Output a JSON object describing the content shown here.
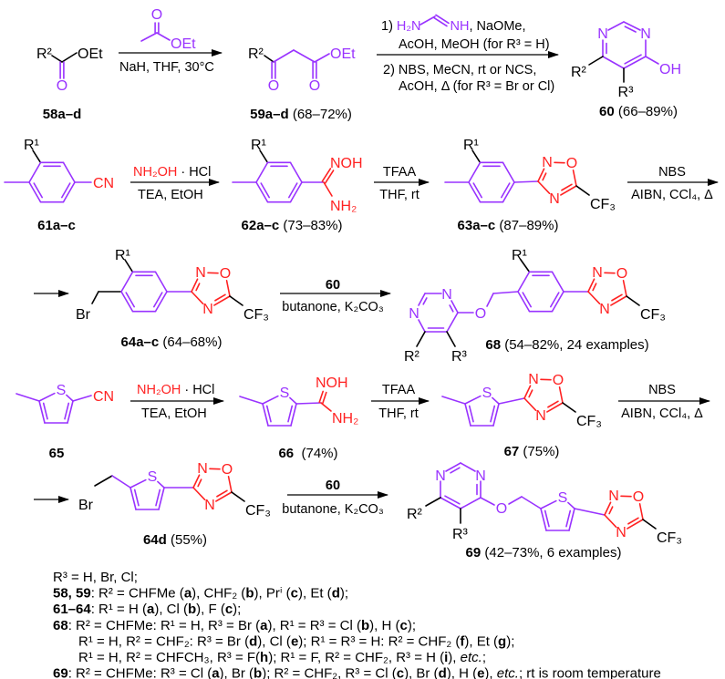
{
  "colors": {
    "purple": "#9933ff",
    "red": "#ff2222",
    "black": "#000000"
  },
  "atoms": {
    "R1": "R¹",
    "R2": "R²",
    "R3": "R³",
    "O": "O",
    "OEt": "OEt",
    "OH": "OH",
    "N": "N",
    "S": "S",
    "CF3": "CF₃",
    "CN": "CN",
    "NOH": "NOH",
    "NH2": "NH₂",
    "Br": "Br"
  },
  "reagents": {
    "claisen": {
      "conditions": "NaH, THF, 30°C"
    },
    "pyrimidine": {
      "step1_num": "1) ",
      "step1_amine": "H₂N",
      "step1_imine": "NH",
      "step1_rest": ", NaOMe,",
      "step1_line2": "AcOH, MeOH (for R³ = H)",
      "step2_line1": "2) NBS, MeCN, rt or NCS,",
      "step2_line2": "AcOH, Δ (for R³ = Br or Cl)"
    },
    "amidoxime": {
      "reagent": "NH₂OH",
      "salt": " · HCl",
      "conditions": "TEA, EtOH"
    },
    "cyclization": {
      "reagent": "TFAA",
      "conditions": "THF, rt"
    },
    "bromination": {
      "reagent": "NBS",
      "conditions": "AIBN, CCl₄, Δ"
    },
    "etherification": {
      "reagent": "60",
      "conditions": "butanone, K₂CO₃"
    }
  },
  "labels": {
    "c58": {
      "id": "58a–d"
    },
    "c59": {
      "id": "59a–d",
      "yield": " (68–72%)"
    },
    "c60": {
      "id": "60",
      "yield": " (66–89%)"
    },
    "c61": {
      "id": "61a–c"
    },
    "c62": {
      "id": "62a–c",
      "yield": " (73–83%)"
    },
    "c63": {
      "id": "63a–c",
      "yield": " (87–89%)"
    },
    "c64": {
      "id": "64a–c",
      "yield": " (64–68%)"
    },
    "c68": {
      "id": "68",
      "yield": " (54–82%, 24 examples)"
    },
    "c65": {
      "id": "65"
    },
    "c66": {
      "id": "66",
      "yield": "  (74%)"
    },
    "c67": {
      "id": "67",
      "yield": " (75%)"
    },
    "c64d": {
      "id": "64d",
      "yield": " (55%)"
    },
    "c69": {
      "id": "69",
      "yield": " (42–73%, 6 examples)"
    }
  },
  "footnotes": [
    [
      {
        "t": "R³ = H, Br, Cl;"
      }
    ],
    [
      {
        "t": "58, 59",
        "b": 1
      },
      {
        "t": ": R² = CHFMe ("
      },
      {
        "t": "a",
        "b": 1
      },
      {
        "t": "), CHF₂ ("
      },
      {
        "t": "b",
        "b": 1
      },
      {
        "t": "), Prⁱ ("
      },
      {
        "t": "c",
        "b": 1
      },
      {
        "t": "), Et ("
      },
      {
        "t": "d",
        "b": 1
      },
      {
        "t": ");"
      }
    ],
    [
      {
        "t": "61–64",
        "b": 1
      },
      {
        "t": ": R¹ = H ("
      },
      {
        "t": "a",
        "b": 1
      },
      {
        "t": "), Cl ("
      },
      {
        "t": "b",
        "b": 1
      },
      {
        "t": "), F ("
      },
      {
        "t": "c",
        "b": 1
      },
      {
        "t": ");"
      }
    ],
    [
      {
        "t": "68",
        "b": 1
      },
      {
        "t": ": R² = CHFMe: R¹ = H, R³ = Br ("
      },
      {
        "t": "a",
        "b": 1
      },
      {
        "t": "), R¹ = R³ = Cl ("
      },
      {
        "t": "b",
        "b": 1
      },
      {
        "t": "), H ("
      },
      {
        "t": "c",
        "b": 1
      },
      {
        "t": ");"
      }
    ],
    [
      {
        "t": "R¹ = H, R² = CHF₂: R³ = Br ("
      },
      {
        "t": "d",
        "b": 1
      },
      {
        "t": "), Cl ("
      },
      {
        "t": "e",
        "b": 1
      },
      {
        "t": "); R¹ = R³ = H: R² = CHF₂ ("
      },
      {
        "t": "f",
        "b": 1
      },
      {
        "t": "), Et ("
      },
      {
        "t": "g",
        "b": 1
      },
      {
        "t": ");"
      }
    ],
    [
      {
        "t": "R¹ = H, R² = CHFCH₃, R³ = F("
      },
      {
        "t": "h",
        "b": 1
      },
      {
        "t": "); R¹ = F, R² = CHF₂, R³ = H ("
      },
      {
        "t": "i",
        "b": 1
      },
      {
        "t": "), "
      },
      {
        "t": "etc.",
        "i": 1
      },
      {
        "t": ";"
      }
    ],
    [
      {
        "t": "69",
        "b": 1
      },
      {
        "t": ": R² = CHFMe: R³ = Cl ("
      },
      {
        "t": "a",
        "b": 1
      },
      {
        "t": "), Br ("
      },
      {
        "t": "b",
        "b": 1
      },
      {
        "t": "); R² = CHF₂, R³ = Cl ("
      },
      {
        "t": "c",
        "b": 1
      },
      {
        "t": "), Br ("
      },
      {
        "t": "d",
        "b": 1
      },
      {
        "t": "), H ("
      },
      {
        "t": "e",
        "b": 1
      },
      {
        "t": "), "
      },
      {
        "t": "etc.",
        "i": 1
      },
      {
        "t": "; rt is room temperature"
      }
    ]
  ]
}
